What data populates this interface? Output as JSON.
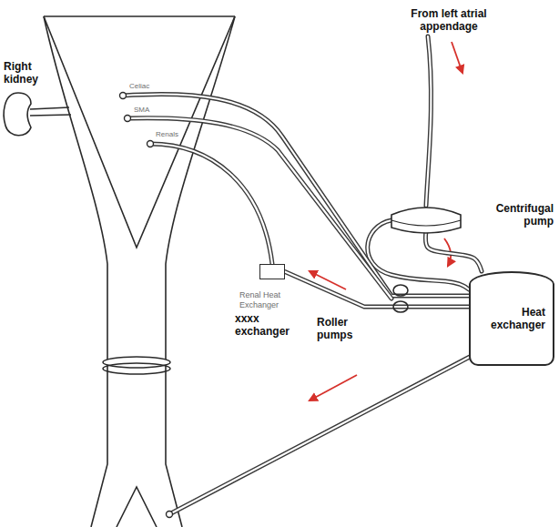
{
  "diagram": {
    "nodes": [
      {
        "text": [
          "Centrifugal pump"
        ]
      },
      {
        "text": [
          "Heat exchanger"
        ]
      },
      {
        "text": [
          "Renal Heat Exchanger",
          "xxxx exchanger"
        ]
      }
    ],
    "edges": [
      {
        "from": 0,
        "to": 1,
        "arrow": "none"
      },
      {
        "from": 1,
        "to": 2,
        "arrow": "none"
      }
    ],
    "labels": [
      "From left atrial appendage",
      "Right kidney",
      "Roller pumps",
      "Celiac",
      "SMA",
      "Renals"
    ]
  }
}
